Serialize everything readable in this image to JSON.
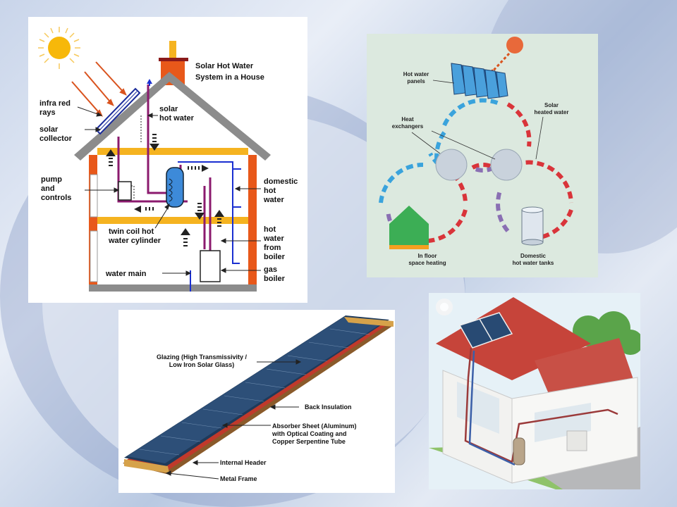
{
  "diagram1": {
    "title_line1": "Solar Hot Water",
    "title_line2": "System in a House",
    "infra_1": "infra red",
    "infra_2": "rays",
    "collector_1": "solar",
    "collector_2": "collector",
    "hotwater_1": "solar",
    "hotwater_2": "hot water",
    "pump_1": "pump",
    "pump_2": "and",
    "pump_3": "controls",
    "cylinder_1": "twin coil hot",
    "cylinder_2": "water cylinder",
    "water_main": "water main",
    "domestic_1": "domestic",
    "domestic_2": "hot",
    "domestic_3": "water",
    "boiler_1": "hot",
    "boiler_2": "water",
    "boiler_3": "from",
    "boiler_4": "boiler",
    "gas_1": "gas",
    "gas_2": "boiler",
    "colors": {
      "pipe_hot": "#8b1a6e",
      "pipe_cold": "#1a2fd1",
      "roof": "#8c8c8c",
      "floor": "#f5b320",
      "wall": "#e8581a"
    }
  },
  "diagram2": {
    "panels_1": "Hot water",
    "panels_2": "panels",
    "solar_1": "Solar",
    "solar_2": "heated water",
    "heat_1": "Heat",
    "heat_2": "exchangers",
    "floor_1": "In floor",
    "floor_2": "space heating",
    "tanks_1": "Domestic",
    "tanks_2": "hot water tanks"
  },
  "diagram3": {
    "glazing_1": "Glazing (High Transmissivity /",
    "glazing_2": "Low Iron Solar Glass)",
    "insulation": "Back Insulation",
    "absorber_1": "Absorber Sheet (Aluminum)",
    "absorber_2": "with Optical Coating and",
    "absorber_3": "Copper Serpentine Tube",
    "header": "Internal Header",
    "frame": "Metal Frame"
  }
}
